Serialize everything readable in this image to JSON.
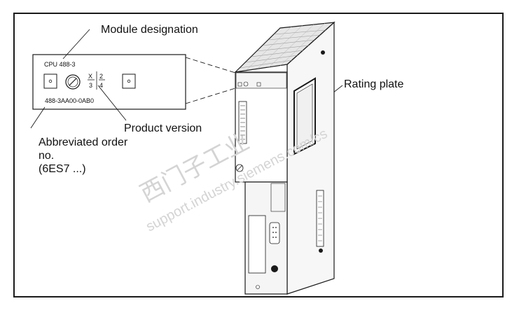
{
  "callouts": {
    "module_designation": "Module designation",
    "rating_plate": "Rating plate",
    "product_version": "Product version",
    "abbreviated_order": "Abbreviated order\nno.\n(6ES7 ...)"
  },
  "front_label": {
    "cpu_name": "CPU 488-3",
    "order_number": "488-3AA00-0AB0",
    "version_x": "X",
    "version_2": "2",
    "version_3": "3",
    "version_4": "4"
  },
  "watermark": {
    "chinese": "西门子工业",
    "url": "support.industry.siemens.com/cs"
  },
  "colors": {
    "line": "#1a1a1a",
    "panel": "#f2f2f2",
    "panel_dark": "#d9d9d9",
    "watermark": "#d4d4d4"
  }
}
